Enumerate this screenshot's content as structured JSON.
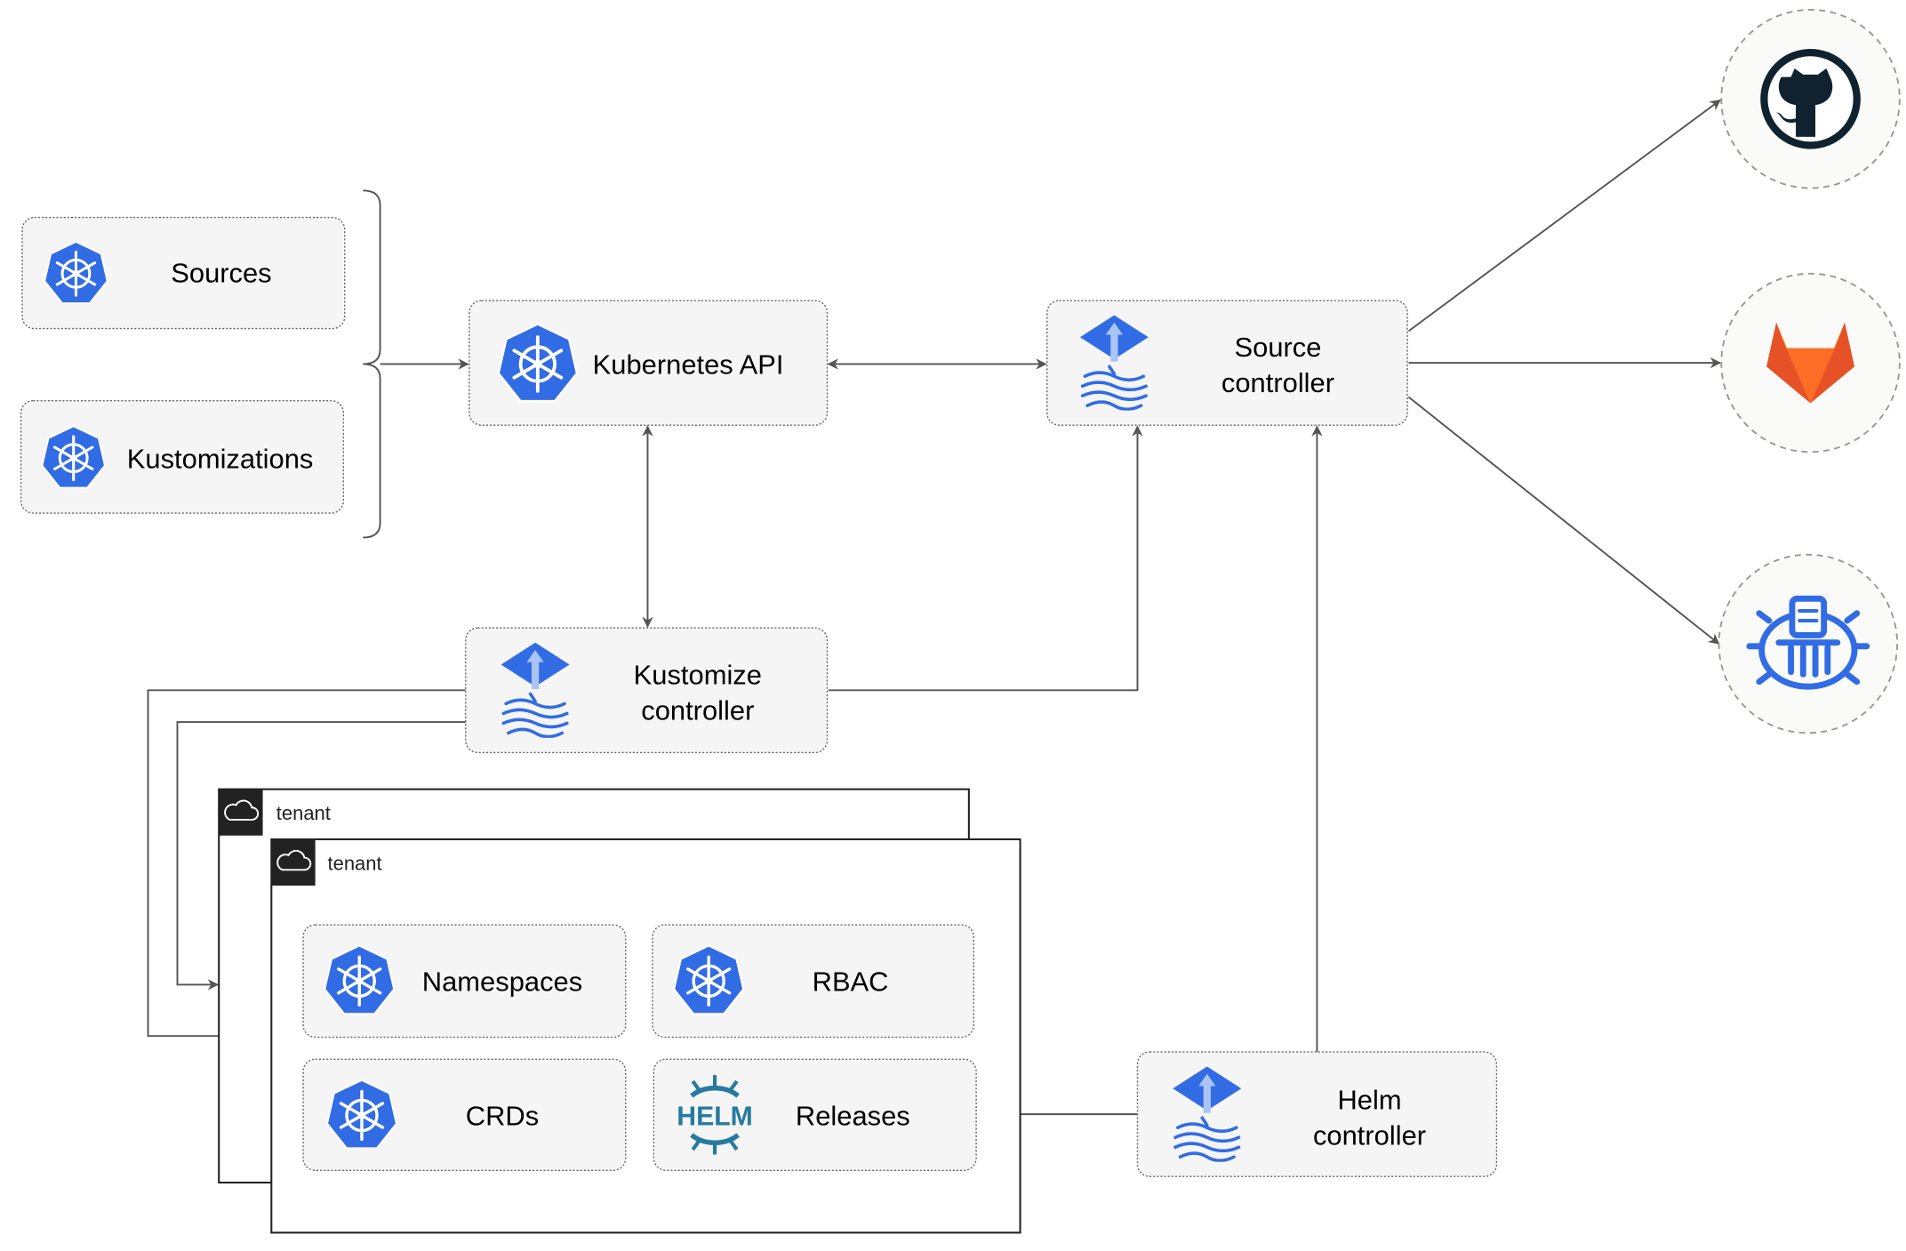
{
  "nodes": {
    "sources": "Sources",
    "kustomizations": "Kustomizations",
    "kubernetes_api": "Kubernetes API",
    "source_controller": [
      "Source",
      "controller"
    ],
    "kustomize_controller": [
      "Kustomize",
      "controller"
    ],
    "helm_controller": [
      "Helm",
      "controller"
    ],
    "namespaces": "Namespaces",
    "rbac": "RBAC",
    "crds": "CRDs",
    "releases": "Releases"
  },
  "tenants": [
    "tenant",
    "tenant"
  ],
  "helm_logo_text": "HELM",
  "external_sources": [
    "github-icon",
    "gitlab-icon",
    "bucket-icon"
  ],
  "colors": {
    "k8s_blue": "#326ce5",
    "gitlab_orange": "#e24329",
    "gitlab_yellow": "#fca326",
    "github_dark": "#10222f",
    "helm_blue": "#277a9f"
  }
}
